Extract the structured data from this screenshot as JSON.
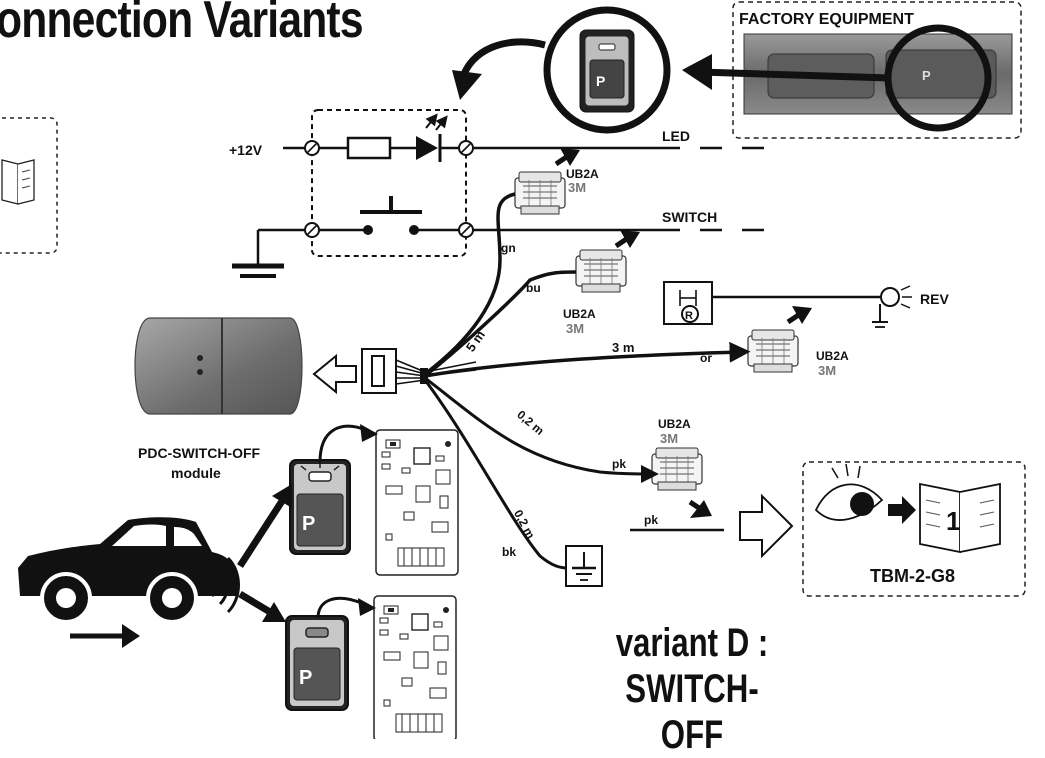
{
  "title": "onnection Variants",
  "factory": {
    "label": "FACTORY EQUIPMENT"
  },
  "switch_symbol": "P",
  "circuit": {
    "v12": "+12V",
    "led": "LED",
    "switch": "SWITCH"
  },
  "wires": {
    "gn": "gn",
    "bu": "bu",
    "len5": "5 m",
    "len3": "3 m",
    "or": "or",
    "len02a": "0,2 m",
    "len02b": "0,2 m",
    "pk": "pk",
    "pk2": "pk",
    "bk": "bk",
    "rev": "REV"
  },
  "connectors": {
    "c1": {
      "name": "UB2A",
      "brand": "3M"
    },
    "c2": {
      "name": "UB2A",
      "brand": "3M"
    },
    "c3": {
      "name": "UB2A",
      "brand": "3M"
    },
    "c4": {
      "name": "UB2A",
      "brand": "3M"
    }
  },
  "module": {
    "line1": "PDC-SWITCH-OFF",
    "line2": "module"
  },
  "manual": {
    "page": "1",
    "code": "TBM-2-G8"
  },
  "variant": {
    "line1": "variant D :",
    "line2": "SWITCH-OFF"
  },
  "colors": {
    "ink": "#111111",
    "factory_panel": "#6e6e6e",
    "module_body": "#7d7d7d"
  }
}
